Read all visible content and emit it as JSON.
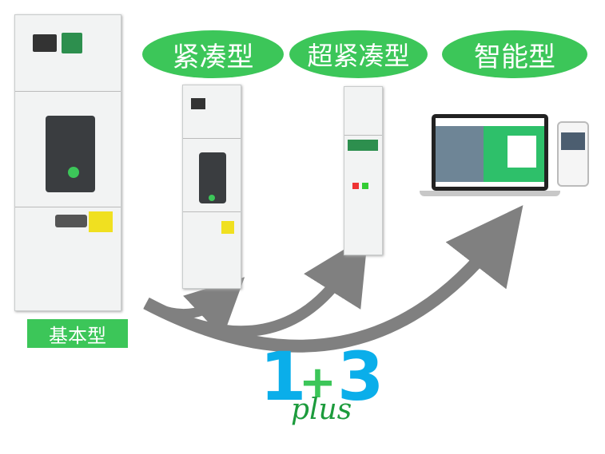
{
  "labels": {
    "basic": "基本型",
    "compact": "紧凑型",
    "ultra_compact": "超紧凑型",
    "smart": "智能型"
  },
  "formula": {
    "one": "1",
    "plus_sign": "+",
    "three": "3",
    "plus_word": "plus"
  },
  "colors": {
    "green": "#3cc659",
    "blue": "#0aaeea",
    "arrow": "#808080",
    "dark_green": "#1c9b3c"
  }
}
